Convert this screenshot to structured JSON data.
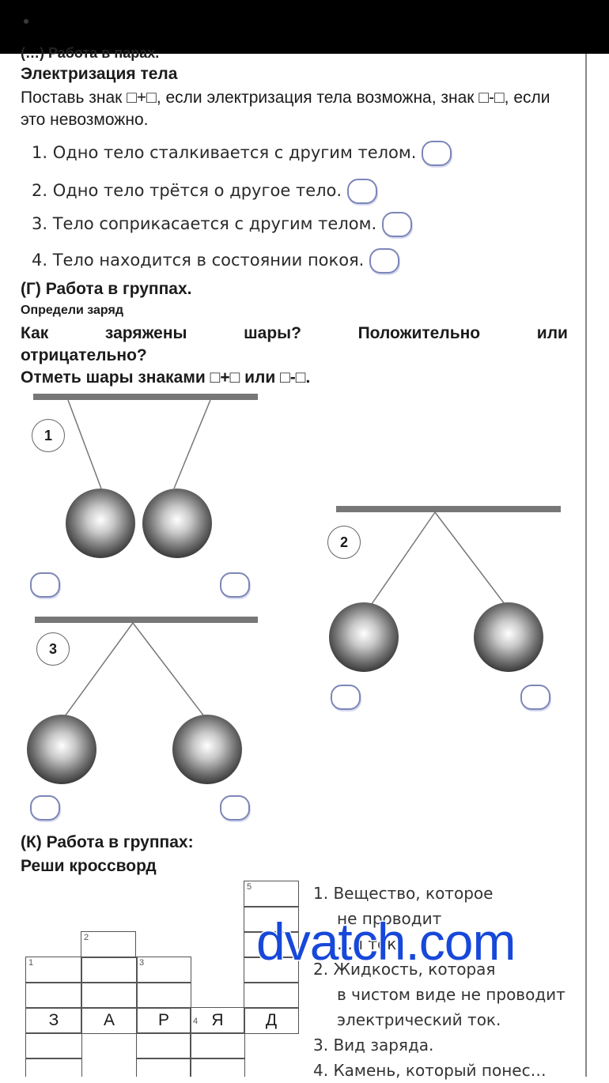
{
  "section_v": {
    "cut_title": "(…) Работа в парах.",
    "title": "Электризация тела",
    "instruction": "Поставь знак □+□, если электризация тела возможна, знак □-□, если это невозможно.",
    "items": [
      "1. Одно тело сталкивается с другим телом.",
      "2. Одно тело трётся о другое тело.",
      "3. Тело соприкасается с другим телом.",
      "4. Тело находится в состоянии покоя."
    ]
  },
  "section_g": {
    "title": "(Г) Работа в группах.",
    "subtitle": "Определи заряд",
    "question_words": [
      "Как",
      "заряжены",
      "шары?",
      "Положительно",
      "или"
    ],
    "question_tail": "отрицательно?",
    "instruction": "Отметь шары знаками □+□ или □-□.",
    "figures": [
      "1",
      "2",
      "3"
    ]
  },
  "section_k": {
    "title": "(К) Работа в группах:",
    "subtitle": "Реши кроссворд",
    "crossword_row": [
      "З",
      "А",
      "Р",
      "Я",
      "Д"
    ],
    "clue_numbers": [
      "1",
      "2",
      "3",
      "4",
      "5"
    ],
    "clues": [
      "1. Вещество, которое",
      "не проводит",
      "…й ток.",
      "2. Жидкость, которая",
      "в чистом виде не проводит",
      "электрический ток.",
      "3. Вид заряда.",
      "4. Камень, который понес…"
    ]
  },
  "watermark": "dvatch.com"
}
